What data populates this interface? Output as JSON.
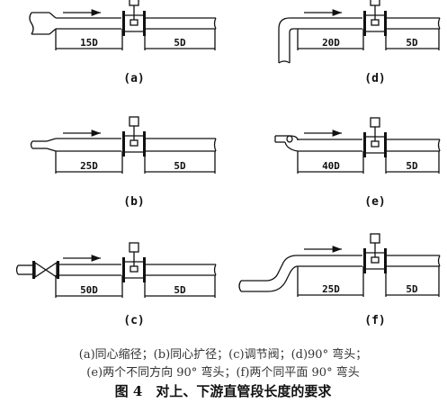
{
  "panels": {
    "a": {
      "label": "(a)",
      "upstream": "15D",
      "downstream": "5D"
    },
    "b": {
      "label": "(b)",
      "upstream": "25D",
      "downstream": "5D"
    },
    "c": {
      "label": "(c)",
      "upstream": "50D",
      "downstream": "5D"
    },
    "d": {
      "label": "(d)",
      "upstream": "20D",
      "downstream": "5D"
    },
    "e": {
      "label": "(e)",
      "upstream": "40D",
      "downstream": "5D"
    },
    "f": {
      "label": "(f)",
      "upstream": "25D",
      "downstream": "5D"
    }
  },
  "caption": {
    "line1": "(a)同心缩径；(b)同心扩径；(c)调节阀；(d)90° 弯头；",
    "line2": "(e)两个不同方向 90° 弯头；(f)两个同平面 90° 弯头",
    "title": "图 4　对上、下游直管段长度的要求"
  }
}
